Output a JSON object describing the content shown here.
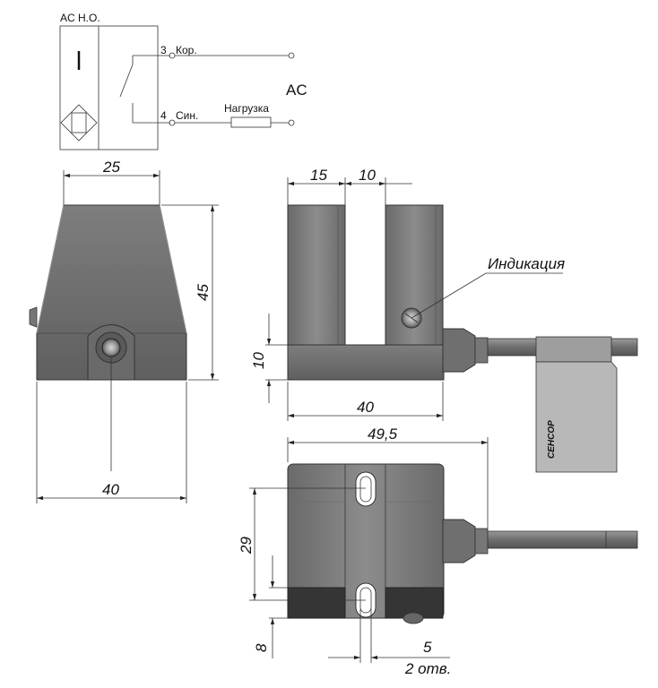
{
  "schematic": {
    "title": "AC H.O.",
    "pin3_number": "3",
    "pin3_label": "Кор.",
    "pin4_number": "4",
    "pin4_label": "Син.",
    "load_label": "Нагрузка",
    "supply_label": "AC"
  },
  "front_view": {
    "dim_top_width": "25",
    "dim_height": "45",
    "dim_bottom_width": "40"
  },
  "side_view": {
    "dim_prong_width": "15",
    "dim_slot_width": "10",
    "dim_base_height": "10",
    "dim_length": "40",
    "indication_label": "Индикация",
    "tag_text": "СЕНСОР"
  },
  "top_view": {
    "dim_overall_length": "49,5",
    "dim_hole_spacing": "29",
    "dim_edge_offset": "8",
    "dim_hole_diameter": "5",
    "holes_note": "2 отв."
  },
  "colors": {
    "body_dark": "#6f6f6f",
    "body_mid": "#8a8a8a",
    "body_light": "#a8a8a8",
    "tag_fill": "#b8b8b8",
    "line": "#2b2b2b"
  }
}
